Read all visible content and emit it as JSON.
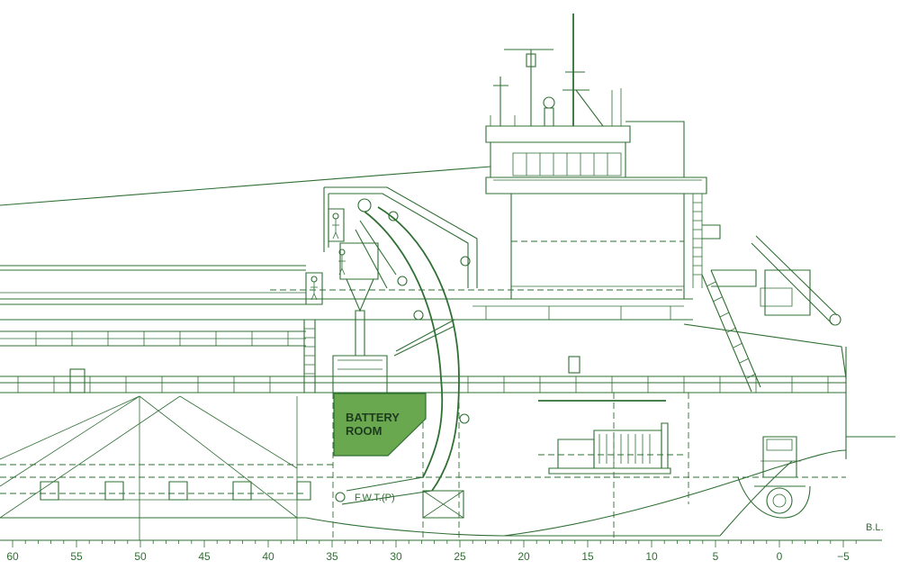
{
  "labels": {
    "battery_line1": "BATTERY",
    "battery_line2": "ROOM",
    "fwt": "F.W.T.(P)",
    "baseline": "B.L."
  },
  "frame_scale": {
    "ticks": [
      "60",
      "55",
      "50",
      "45",
      "40",
      "35",
      "30",
      "25",
      "20",
      "15",
      "10",
      "5",
      "0",
      "−5"
    ]
  },
  "colors": {
    "line": "#2f6f33",
    "battery_room_fill": "#6aa84f",
    "background": "#ffffff"
  }
}
